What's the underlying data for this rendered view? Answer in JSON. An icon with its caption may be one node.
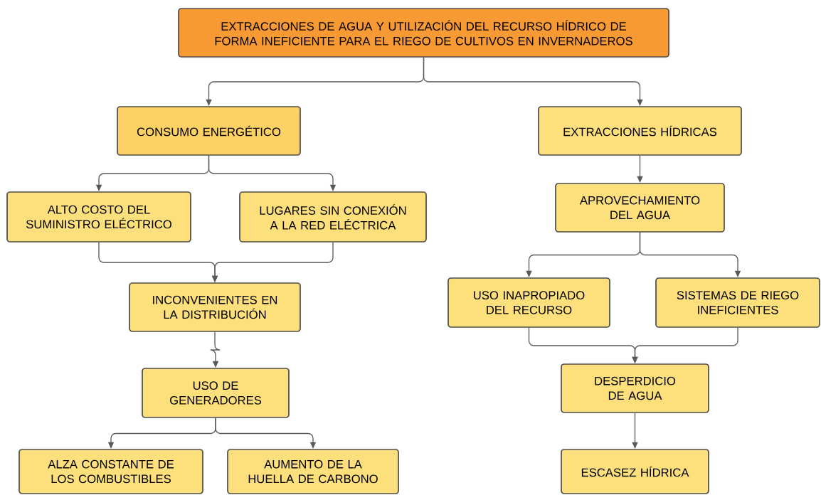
{
  "diagram": {
    "nodes": [
      {
        "text": [
          "EXTRACCIONES DE AGUA Y UTILIZACIÓN DEL RECURSO HÍDRICO DE FORMA INEFICIENTE PARA EL RIEGO DE CULTIVOS EN INVERNADEROS"
        ]
      },
      {
        "text": [
          "CONSUMO ENERGÉTICO"
        ]
      },
      {
        "text": [
          "EXTRACCIONES HÍDRICAS"
        ]
      },
      {
        "text": [
          "ALTO COSTO DEL SUMINISTRO ELÉCTRICO"
        ]
      },
      {
        "text": [
          "LUGARES SIN CONEXIÓN A LA RED ELÉCTRICA"
        ]
      },
      {
        "text": [
          "APROVECHAMIENTO DEL AGUA"
        ]
      },
      {
        "text": [
          "INCONVENIENTES EN LA DISTRIBUCIÓN"
        ]
      },
      {
        "text": [
          "USO INAPROPIADO DEL RECURSO"
        ]
      },
      {
        "text": [
          "SISTEMAS DE RIEGO INEFICIENTES"
        ]
      },
      {
        "text": [
          "USO DE GENERADORES"
        ]
      },
      {
        "text": [
          "DESPERDICIO DE AGUA"
        ]
      },
      {
        "text": [
          "ALZA CONSTANTE DE LOS COMBUSTIBLES"
        ]
      },
      {
        "text": [
          "AUMENTO DE LA HUELLA DE CARBONO"
        ]
      },
      {
        "text": [
          "ESCASEZ HÍDRICA"
        ]
      }
    ],
    "edges": [
      {
        "from": 0,
        "to": 1,
        "arrow": "to"
      },
      {
        "from": 0,
        "to": 2,
        "arrow": "to"
      },
      {
        "from": 1,
        "to": 3,
        "arrow": "to"
      },
      {
        "from": 1,
        "to": 4,
        "arrow": "to"
      },
      {
        "from": 2,
        "to": 5,
        "arrow": "to"
      },
      {
        "from": 3,
        "to": 6,
        "arrow": "to"
      },
      {
        "from": 4,
        "to": 6,
        "arrow": "to"
      },
      {
        "from": 5,
        "to": 7,
        "arrow": "to"
      },
      {
        "from": 5,
        "to": 8,
        "arrow": "to"
      },
      {
        "from": 6,
        "to": 9,
        "arrow": "to"
      },
      {
        "from": 7,
        "to": 10,
        "arrow": "to"
      },
      {
        "from": 8,
        "to": 10,
        "arrow": "to"
      },
      {
        "from": 9,
        "to": 11,
        "arrow": "to"
      },
      {
        "from": 9,
        "to": 12,
        "arrow": "to"
      },
      {
        "from": 10,
        "to": 13,
        "arrow": "to"
      }
    ]
  }
}
